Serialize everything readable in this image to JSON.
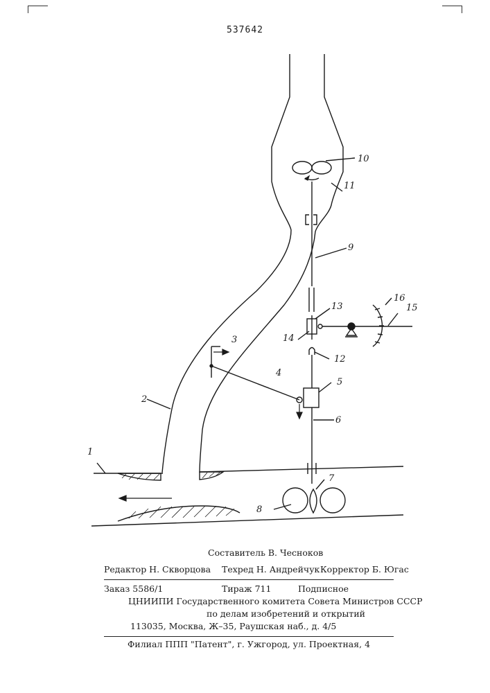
{
  "patent_number": "537642",
  "labels": {
    "l1": "1",
    "l2": "2",
    "l3": "3",
    "l4": "4",
    "l5": "5",
    "l6": "6",
    "l7": "7",
    "l8": "8",
    "l9": "9",
    "l10": "10",
    "l11": "11",
    "l12": "12",
    "l13": "13",
    "l14": "14",
    "l15": "15",
    "l16": "16"
  },
  "colophon": {
    "compiler": "Составитель В. Чесноков",
    "editor": "Редактор Н. Скворцова",
    "techred": "Техред Н. Андрейчук",
    "corrector": "Корректор Б. Югас",
    "order": "Заказ 5586/1",
    "circulation": "Тираж  711",
    "subscription": "Подписное",
    "org_line1": "ЦНИИПИ Государственного комитета Совета Министров СССР",
    "org_line2": "по делам изобретений и открытий",
    "address": "113035, Москва, Ж–35, Раушская наб., д. 4/5",
    "branch": "Филиал ППП \"Патент\", г. Ужгород, ул. Проектная, 4"
  }
}
